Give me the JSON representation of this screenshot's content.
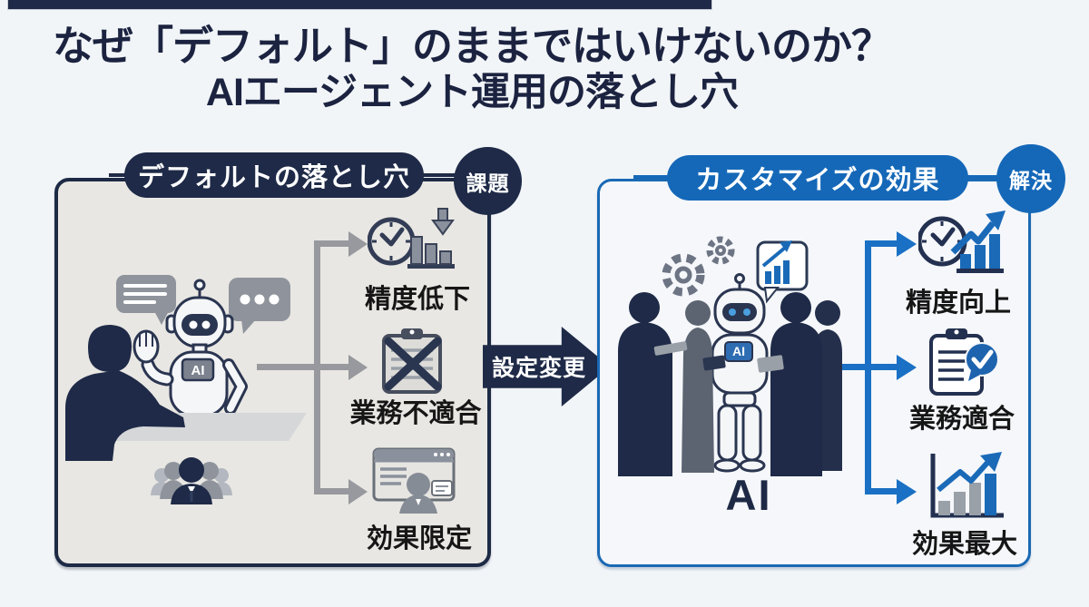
{
  "page": {
    "title_line1": "なぜ「デフォルト」のままではいけないのか？",
    "title_line2": "AIエージェント運用の落とし穴"
  },
  "left_panel": {
    "header": "デフォルトの落とし穴",
    "badge": "課題",
    "scene": {
      "robot_badge": "AI",
      "description_icons": [
        "speech-bubble-lines-icon",
        "speech-bubble-dots-icon",
        "robot-icon",
        "user-silhouette-icon",
        "desk",
        "group-of-people-icon"
      ]
    },
    "items": [
      {
        "icon": "clock-declining-bars-icon",
        "label": "精度低下"
      },
      {
        "icon": "clipboard-x-icon",
        "label": "業務不適合"
      },
      {
        "icon": "browser-user-icon",
        "label": "効果限定"
      }
    ]
  },
  "transition": {
    "label": "設定変更"
  },
  "right_panel": {
    "header": "カスタマイズの効果",
    "badge": "解決",
    "scene": {
      "robot_badge": "AI",
      "caption": "AI",
      "description_icons": [
        "gears-icon",
        "chart-bubble-icon",
        "robot-icon",
        "business-people-silhouettes"
      ]
    },
    "items": [
      {
        "icon": "clock-rising-chart-icon",
        "label": "精度向上"
      },
      {
        "icon": "clipboard-check-icon",
        "label": "業務適合"
      },
      {
        "icon": "rising-bar-chart-icon",
        "label": "効果最大"
      }
    ]
  },
  "colors": {
    "navy": "#1e2a47",
    "blue": "#1568b8",
    "arrow_blue": "#1a70c4",
    "gray_art": "#97999e",
    "left_panel_bg": "#e9e7e3",
    "right_panel_bg": "#f5f7fa",
    "page_bg": "#f2f5f8"
  }
}
